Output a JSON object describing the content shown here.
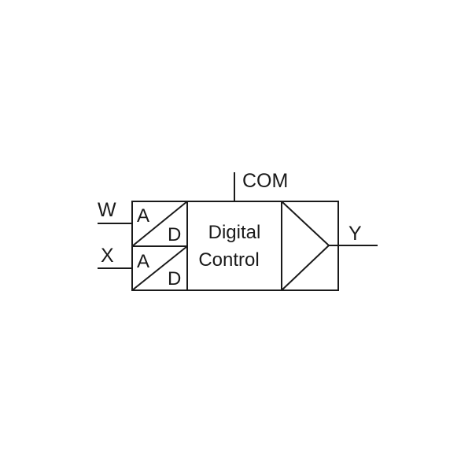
{
  "signals": {
    "common": "COM",
    "input_w": "W",
    "input_x": "X",
    "output_y": "Y"
  },
  "adc_blocks": [
    {
      "input_label": "A",
      "output_label": "D"
    },
    {
      "input_label": "A",
      "output_label": "D"
    }
  ],
  "control_block": {
    "line1": "Digital",
    "line2": "Control"
  },
  "colors": {
    "stroke": "#1a1a1a",
    "background": "#ffffff"
  }
}
